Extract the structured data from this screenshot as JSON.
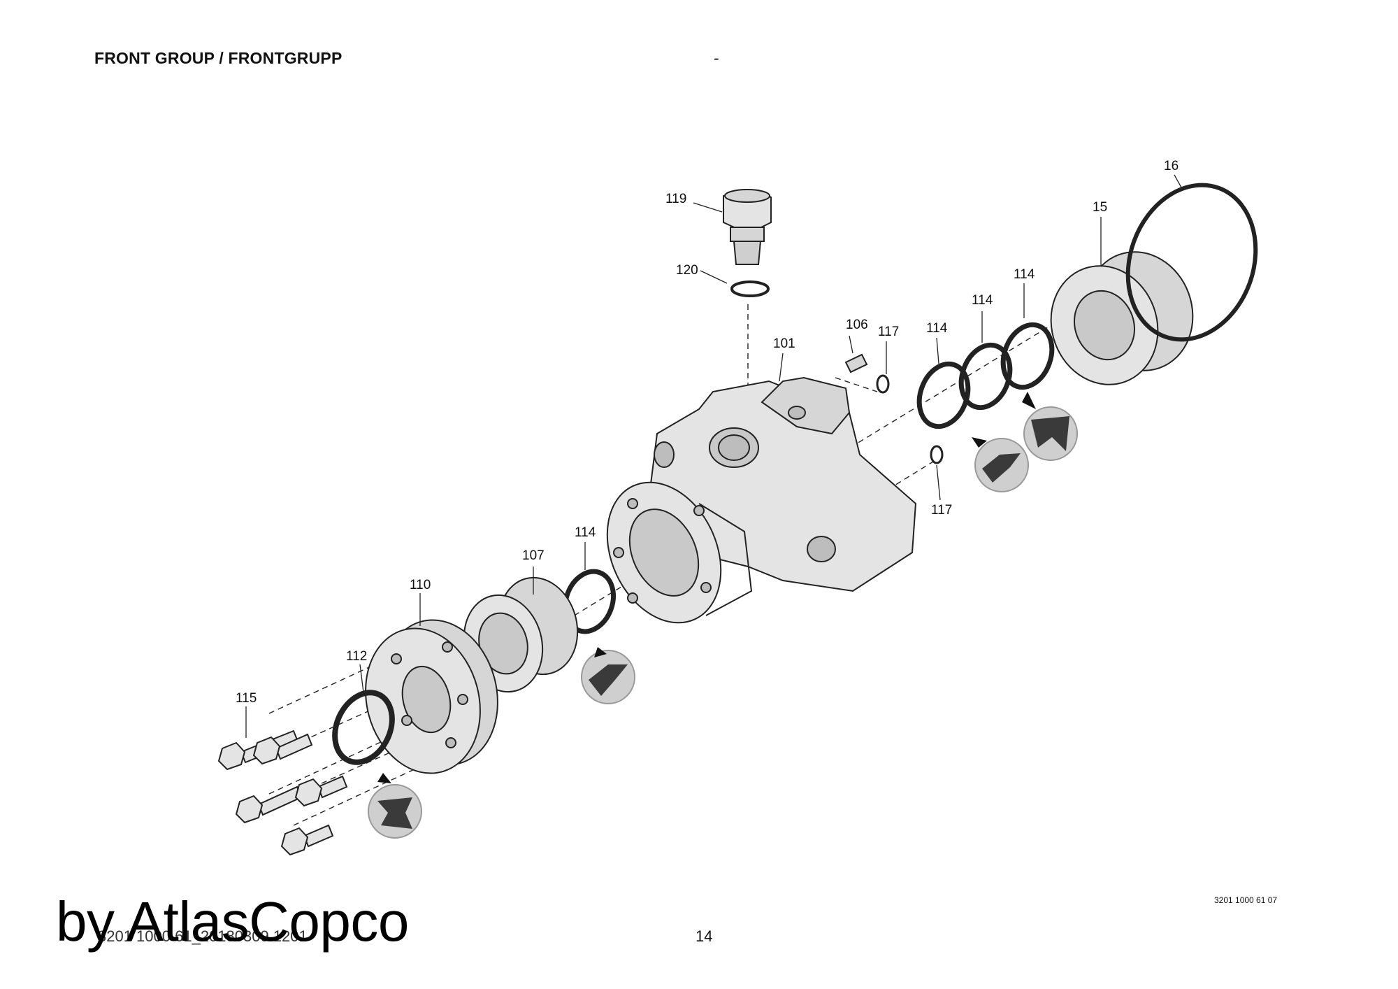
{
  "header": {
    "title": "FRONT GROUP / FRONTGRUPP",
    "dash": "-"
  },
  "callouts": {
    "c119": "119",
    "c120": "120",
    "c106": "106",
    "c117a": "117",
    "c101": "101",
    "c114a": "114",
    "c114b": "114",
    "c114c": "114",
    "c15": "15",
    "c16": "16",
    "c117b": "117",
    "c114d": "114",
    "c107": "107",
    "c110": "110",
    "c112": "112",
    "c115": "115"
  },
  "footer": {
    "reference_code": "3201 1000 61 07",
    "document_code": "3201 1000 61_20180309 1201",
    "page_number": "14",
    "watermark": "by AtlasCopco"
  },
  "colors": {
    "line": "#222222",
    "part_fill": "#e4e4e4",
    "part_shade": "#c9c9c9",
    "seal_bg": "#cfcfcf",
    "seal_profile": "#3a3a3a"
  }
}
